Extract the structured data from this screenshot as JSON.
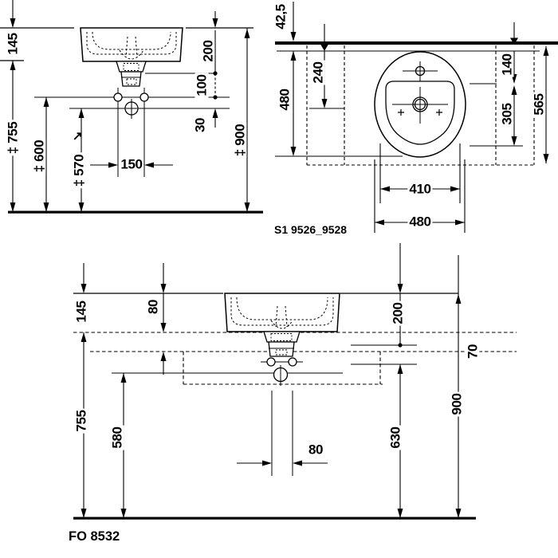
{
  "colors": {
    "line": "#000000",
    "background": "#ffffff"
  },
  "side_view": {
    "dims": {
      "d145": "145",
      "d755": "‡ 755",
      "d600": "‡ 600",
      "d570": "‡ 570",
      "d150": "150",
      "d200": "200",
      "d100": "100",
      "d30": "30",
      "d900": "‡ 900"
    },
    "leader_arrow": "↗"
  },
  "plan_view": {
    "dims": {
      "d42_5": "42,5",
      "d480_left": "480",
      "d240": "240",
      "d140": "140",
      "d305": "305",
      "d565": "565",
      "d410": "410",
      "d480_bottom": "480"
    },
    "code": "S1 9526_9528"
  },
  "front_view": {
    "dims": {
      "d145": "145",
      "d80_top": "80",
      "d755": "755",
      "d580": "580",
      "d80_pipe": "80",
      "d200": "200",
      "d70": "70",
      "d630": "630",
      "d900": "900"
    },
    "code": "FO 8532"
  }
}
